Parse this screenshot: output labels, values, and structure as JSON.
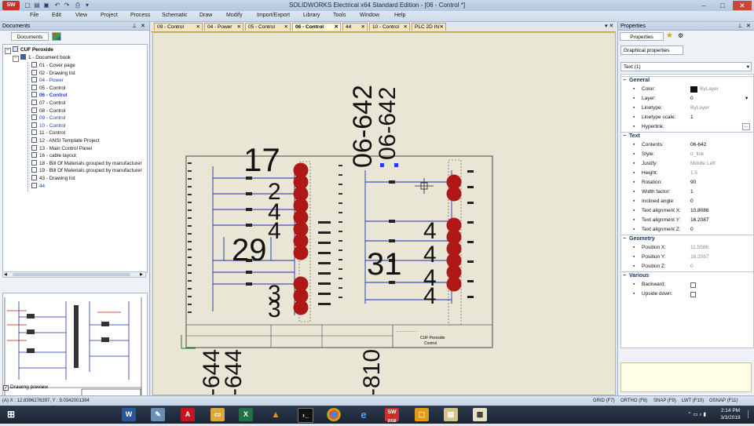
{
  "app": {
    "title": "SOLIDWORKS Electrical x64 Standard Edition - [06 - Control *]",
    "logo": "SW"
  },
  "menu": [
    "File",
    "Edit",
    "View",
    "Project",
    "Process",
    "Schematic",
    "Draw",
    "Modify",
    "Import/Export",
    "Library",
    "Tools",
    "Window",
    "Help"
  ],
  "documents_panel": {
    "title": "Documents",
    "tab_label": "Documents",
    "project_name": "CUF Peroxide",
    "book_name": "1 - Document book",
    "items": [
      {
        "label": "01 - Cover page",
        "color": "#111111",
        "bold": false
      },
      {
        "label": "02 - Drawing list",
        "color": "#111111",
        "bold": false
      },
      {
        "label": "04 - Power",
        "color": "#1f3fb0",
        "bold": false
      },
      {
        "label": "05 - Control",
        "color": "#111111",
        "bold": false
      },
      {
        "label": "06 - Control",
        "color": "#1f3fb0",
        "bold": true
      },
      {
        "label": "07 - Control",
        "color": "#111111",
        "bold": false
      },
      {
        "label": "08 - Control",
        "color": "#111111",
        "bold": false
      },
      {
        "label": "09 - Control",
        "color": "#1f3fb0",
        "bold": false
      },
      {
        "label": "10 - Control",
        "color": "#1f3fb0",
        "bold": false
      },
      {
        "label": "11 - Control",
        "color": "#111111",
        "bold": false
      },
      {
        "label": "12 - ANSI Template Project",
        "color": "#111111",
        "bold": false
      },
      {
        "label": "13 - Main Control Panel",
        "color": "#111111",
        "bold": false
      },
      {
        "label": "16 - cable layout",
        "color": "#111111",
        "bold": false
      },
      {
        "label": "18 - Bill Of Materials grouped by manufacturer",
        "color": "#111111",
        "bold": false
      },
      {
        "label": "19 - Bill Of Materials grouped by manufacturer",
        "color": "#111111",
        "bold": false
      },
      {
        "label": "43 - Drawing list",
        "color": "#111111",
        "bold": false
      },
      {
        "label": "44",
        "color": "#1f3fb0",
        "bold": false
      }
    ],
    "preview_checkbox_label": "Drawing preview"
  },
  "doc_tabs": [
    {
      "label": "09 - Control",
      "active": false
    },
    {
      "label": "04 - Power",
      "active": false
    },
    {
      "label": "05 - Control",
      "active": false
    },
    {
      "label": "06 - Control",
      "active": true
    },
    {
      "label": "44",
      "active": false
    },
    {
      "label": "10 - Control",
      "active": false
    },
    {
      "label": "PLC 2D IN",
      "active": false
    }
  ],
  "canvas": {
    "big_numbers": [
      "17",
      "29",
      "31",
      "06-642",
      "06-642",
      "-644",
      "-644",
      "-810"
    ],
    "title_block": {
      "project": "CUF Peroxide",
      "sheet": "Control"
    }
  },
  "properties_panel": {
    "title": "Properties",
    "tab_label": "Properties",
    "subtab_label": "Graphical properties",
    "selector_value": "Text (1)",
    "sections": [
      {
        "name": "General",
        "rows": [
          {
            "label": "Color:",
            "value": "ByLayer",
            "grey": true,
            "icon": "color-icon"
          },
          {
            "label": "Layer:",
            "value": "0",
            "grey": false,
            "icon": "layer-icon"
          },
          {
            "label": "Linetype:",
            "value": "ByLayer",
            "grey": true,
            "icon": "linetype-icon"
          },
          {
            "label": "Linetype scale:",
            "value": "1",
            "grey": false,
            "icon": "linetype-scale-icon"
          },
          {
            "label": "Hyperlink:",
            "value": "",
            "grey": false,
            "icon": "hyperlink-icon"
          }
        ]
      },
      {
        "name": "Text",
        "rows": [
          {
            "label": "Contents:",
            "value": "06-642",
            "grey": false,
            "icon": "contents-icon"
          },
          {
            "label": "Style:",
            "value": "tr_link",
            "grey": true,
            "icon": "style-icon"
          },
          {
            "label": "Justify:",
            "value": "Middle Left",
            "grey": true,
            "icon": "justify-icon"
          },
          {
            "label": "Height:",
            "value": "1.5",
            "grey": true,
            "icon": "height-icon"
          },
          {
            "label": "Rotation:",
            "value": "90",
            "grey": false,
            "icon": "rotation-icon"
          },
          {
            "label": "Width factor:",
            "value": "1",
            "grey": false,
            "icon": "width-factor-icon"
          },
          {
            "label": "Inclined angle:",
            "value": "0",
            "grey": false,
            "icon": "inclined-angle-icon"
          },
          {
            "label": "Text alignment X:",
            "value": "10.8086",
            "grey": false,
            "icon": "align-x-icon"
          },
          {
            "label": "Text alignment Y:",
            "value": "16.2087",
            "grey": false,
            "icon": "align-y-icon"
          },
          {
            "label": "Text alignment Z:",
            "value": "0",
            "grey": false,
            "icon": "align-z-icon"
          }
        ]
      },
      {
        "name": "Geometry",
        "rows": [
          {
            "label": "Position X:",
            "value": "11.5586",
            "grey": true,
            "icon": "position-x-icon"
          },
          {
            "label": "Position Y:",
            "value": "16.2087",
            "grey": true,
            "icon": "position-y-icon"
          },
          {
            "label": "Position Z:",
            "value": "0",
            "grey": true,
            "icon": "position-z-icon"
          }
        ]
      },
      {
        "name": "Various",
        "rows": [
          {
            "label": "Backward:",
            "value": "",
            "grey": false,
            "icon": "backward-icon",
            "checkbox": true
          },
          {
            "label": "Upside down:",
            "value": "",
            "grey": false,
            "icon": "upside-down-icon",
            "checkbox": true
          }
        ]
      }
    ]
  },
  "status_bar": {
    "coords": "(A) X : 12.8396276397, Y : 9.0342001384",
    "toggles": [
      "GRID (F7)",
      "ORTHO (F8)",
      "SNAP (F9)",
      "LWT (F10)",
      "OSNAP (F11)"
    ]
  },
  "taskbar": {
    "time": "2:14 PM",
    "date": "3/3/2019",
    "sw_badge": "2018"
  },
  "colors": {
    "accent": "#1f3fb0",
    "red_marker": "#b01818",
    "canvas_bg": "#e9e6d6"
  }
}
